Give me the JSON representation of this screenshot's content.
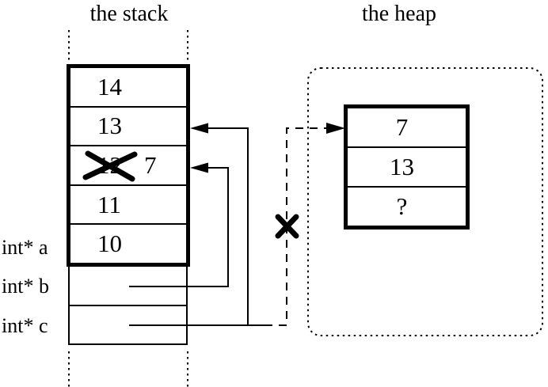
{
  "titles": {
    "stack": "the stack",
    "heap": "the heap"
  },
  "stack": {
    "cells": [
      {
        "value": "14"
      },
      {
        "value": "13"
      },
      {
        "old_value": "12",
        "new_value": "7",
        "crossed_out": true
      },
      {
        "value": "11"
      },
      {
        "value": "10"
      }
    ],
    "pointer_labels": {
      "a": "int* a",
      "b": "int* b",
      "c": "int* c"
    }
  },
  "heap": {
    "cells": [
      {
        "value": "7"
      },
      {
        "value": "13"
      },
      {
        "value": "?"
      }
    ]
  },
  "annotations": {
    "crossed_out_stack_value": "12",
    "replacement_stack_value": "7",
    "invalid_heap_pointer_marker": "X"
  },
  "colors": {
    "ink": "#000000",
    "background": "#ffffff"
  }
}
